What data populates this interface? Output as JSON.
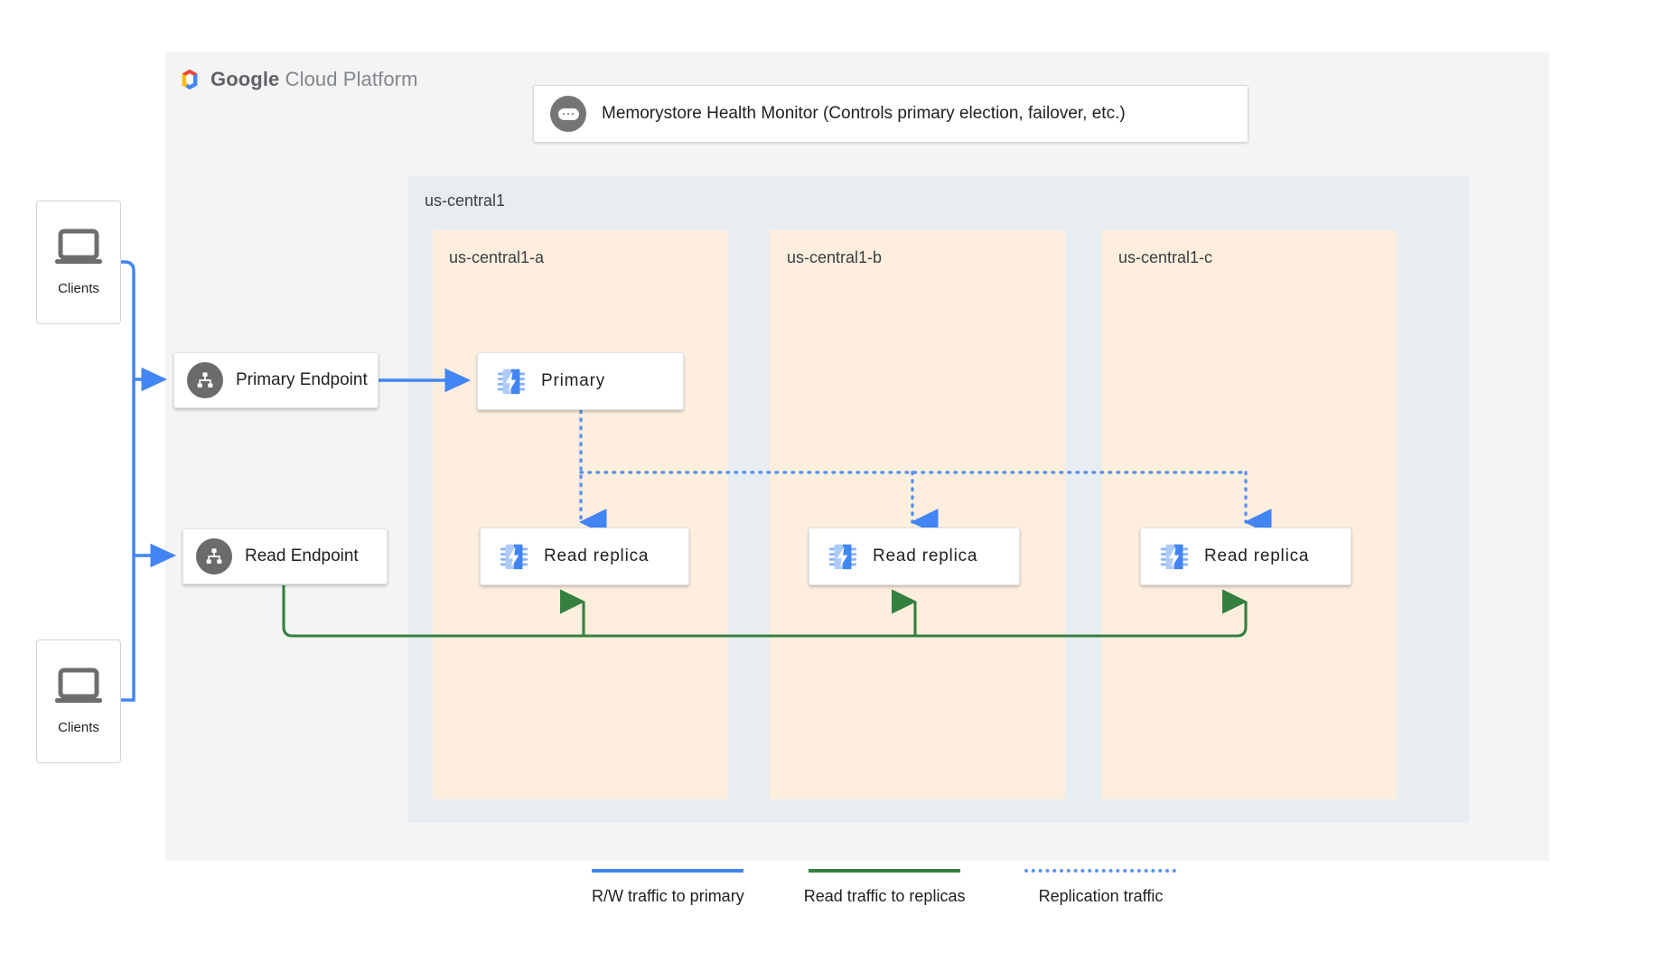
{
  "brand": {
    "name_bold": "Google",
    "name_light": "Cloud Platform",
    "logo_icon": "gcp-hexagon-logo"
  },
  "health_monitor": {
    "icon": "health-monitor-icon",
    "text": "Memorystore Health Monitor (Controls primary election, failover, etc.)"
  },
  "region": {
    "label": "us-central1"
  },
  "zones": [
    {
      "label": "us-central1-a",
      "node": {
        "label": "Primary",
        "icon": "memorystore-chip-icon"
      }
    },
    {
      "label": "us-central1-b",
      "node": {
        "label": "Read replica",
        "icon": "memorystore-chip-icon"
      }
    },
    {
      "label": "us-central1-c",
      "node": {
        "label": "Read replica",
        "icon": "memorystore-chip-icon"
      }
    }
  ],
  "zone_a_replica": {
    "label": "Read replica",
    "icon": "memorystore-chip-icon"
  },
  "endpoints": [
    {
      "label": "Primary Endpoint",
      "icon": "endpoint-hierarchy-icon"
    },
    {
      "label": "Read Endpoint",
      "icon": "endpoint-hierarchy-icon"
    }
  ],
  "clients": [
    {
      "label": "Clients",
      "icon": "laptop-icon"
    },
    {
      "label": "Clients",
      "icon": "laptop-icon"
    }
  ],
  "legend": [
    {
      "label": "R/W traffic to primary",
      "style": "solid",
      "color": "#4285f4"
    },
    {
      "label": "Read traffic to replicas",
      "style": "solid",
      "color": "#34803f"
    },
    {
      "label": "Replication traffic",
      "style": "dotted",
      "color": "#5b93f0"
    }
  ],
  "colors": {
    "canvas": "#f4f4f5",
    "region_fill": "#e8edf1",
    "zone_fill": "#fdeede",
    "rw_traffic": "#4285f4",
    "read_traffic": "#34803f",
    "replication": "#5b93f0"
  }
}
